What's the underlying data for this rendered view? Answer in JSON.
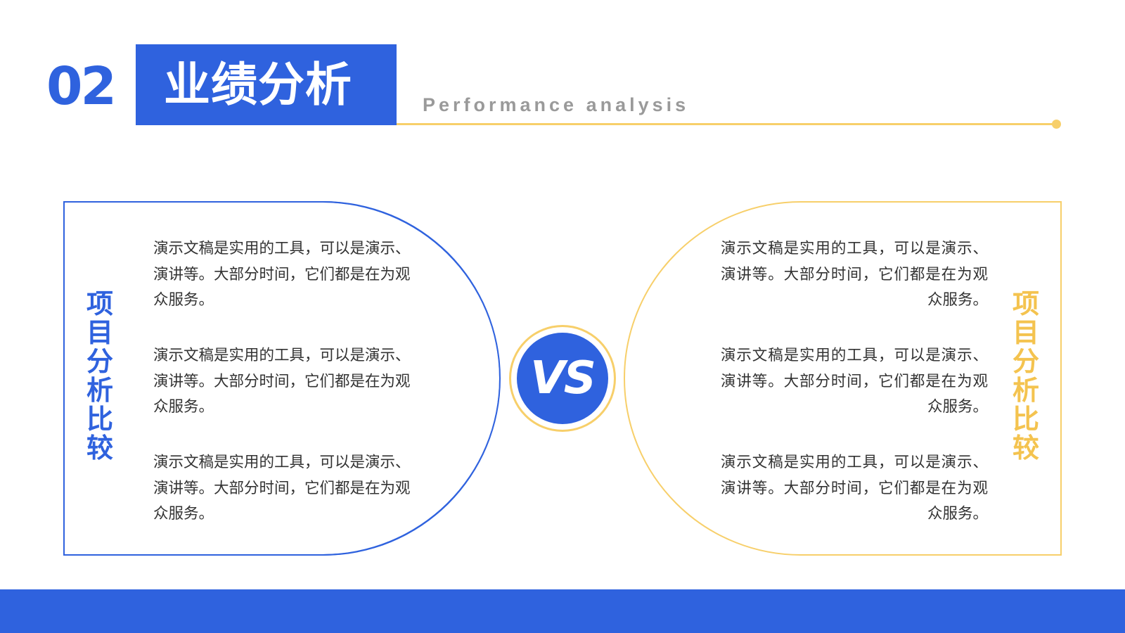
{
  "header": {
    "section_number": "02",
    "title": "业绩分析",
    "subtitle": "Performance analysis"
  },
  "left_panel": {
    "label": "项目分析比较",
    "paragraphs": [
      "演示文稿是实用的工具，可以是演示、演讲等。大部分时间，它们都是在为观众服务。",
      "演示文稿是实用的工具，可以是演示、演讲等。大部分时间，它们都是在为观众服务。",
      "演示文稿是实用的工具，可以是演示、演讲等。大部分时间，它们都是在为观众服务。"
    ]
  },
  "right_panel": {
    "label": "项目分析比较",
    "paragraphs": [
      "演示文稿是实用的工具，可以是演示、演讲等。大部分时间，它们都是在为观众服务。",
      "演示文稿是实用的工具，可以是演示、演讲等。大部分时间，它们都是在为观众服务。",
      "演示文稿是实用的工具，可以是演示、演讲等。大部分时间，它们都是在为观众服务。"
    ]
  },
  "vs_badge": {
    "text": "VS"
  },
  "colors": {
    "primary_blue": "#2f62de",
    "accent_yellow": "#f7cf6a",
    "label_yellow": "#f4c34f"
  }
}
